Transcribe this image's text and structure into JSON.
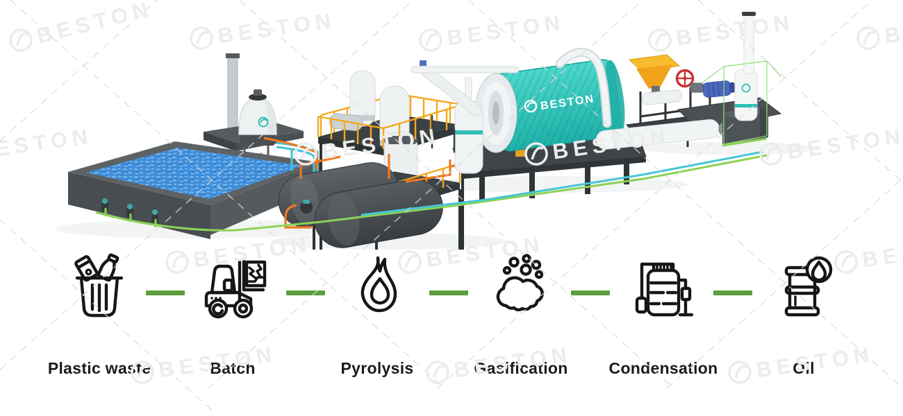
{
  "brand": {
    "name": "BESTON"
  },
  "theme": {
    "flow_green": "#5a9e3d",
    "label_color": "#1b1b1b",
    "icon_stroke": "#161616",
    "teal": "#2fbfb4",
    "watermark": "#ececec",
    "wm_line": "#d9d9d9"
  },
  "plant": {
    "reactor_label": "BESTON",
    "components": [
      "water-cooling-pool",
      "circulating-pumps",
      "cooling-tower",
      "furnace-chimney",
      "condenser-platform",
      "condenser-tanks",
      "oil-storage-tanks",
      "screw-conveyor-feeder",
      "pyrolysis-reactor",
      "feeding-hopper",
      "hand-wheel-valve",
      "drive-motor",
      "oil-condenser-pipe",
      "dedusting-tower",
      "exhaust-chimney",
      "water-pipes-cyan",
      "oil-pipes-orange",
      "gas-pipes-green"
    ]
  },
  "process_flow": {
    "steps": [
      {
        "id": "plastic-waste",
        "label": "Plastic waste",
        "icon": "trash-bin-icon"
      },
      {
        "id": "batch",
        "label": "Batch",
        "icon": "forklift-icon"
      },
      {
        "id": "pyrolysis",
        "label": "Pyrolysis",
        "icon": "flame-icon"
      },
      {
        "id": "gasification",
        "label": "Gasification",
        "icon": "gas-cloud-icon"
      },
      {
        "id": "condensation",
        "label": "Condensation",
        "icon": "condenser-icon"
      },
      {
        "id": "oil",
        "label": "Oil",
        "icon": "oil-barrel-icon"
      }
    ]
  }
}
